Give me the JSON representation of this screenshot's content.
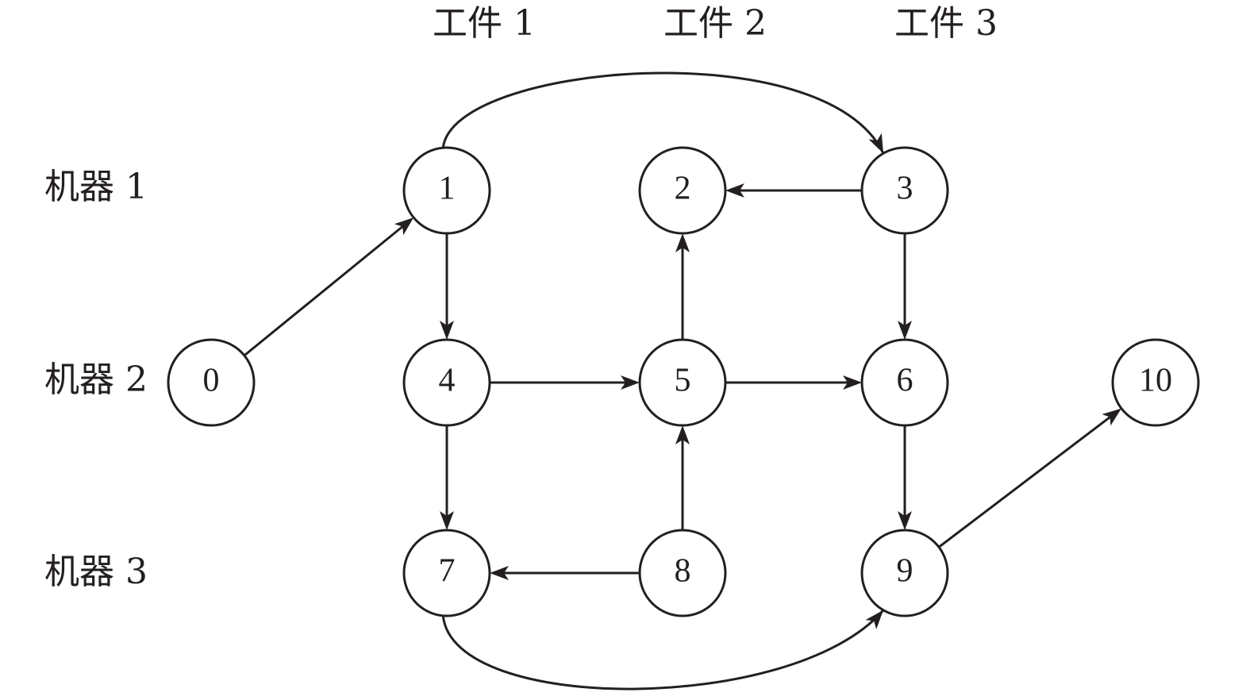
{
  "column_labels": [
    "工件 1",
    "工件 2",
    "工件 3"
  ],
  "row_labels": [
    "机器 1",
    "机器 2",
    "机器 3"
  ],
  "nodes": [
    {
      "id": "0",
      "label": "0"
    },
    {
      "id": "1",
      "label": "1"
    },
    {
      "id": "2",
      "label": "2"
    },
    {
      "id": "3",
      "label": "3"
    },
    {
      "id": "4",
      "label": "4"
    },
    {
      "id": "5",
      "label": "5"
    },
    {
      "id": "6",
      "label": "6"
    },
    {
      "id": "7",
      "label": "7"
    },
    {
      "id": "8",
      "label": "8"
    },
    {
      "id": "9",
      "label": "9"
    },
    {
      "id": "10",
      "label": "10"
    }
  ],
  "edges": [
    {
      "from": "0",
      "to": "1"
    },
    {
      "from": "1",
      "to": "3"
    },
    {
      "from": "1",
      "to": "4"
    },
    {
      "from": "3",
      "to": "2"
    },
    {
      "from": "3",
      "to": "6"
    },
    {
      "from": "4",
      "to": "5"
    },
    {
      "from": "4",
      "to": "7"
    },
    {
      "from": "5",
      "to": "2"
    },
    {
      "from": "5",
      "to": "6"
    },
    {
      "from": "6",
      "to": "9"
    },
    {
      "from": "8",
      "to": "5"
    },
    {
      "from": "8",
      "to": "7"
    },
    {
      "from": "7",
      "to": "9"
    },
    {
      "from": "9",
      "to": "10"
    }
  ],
  "colors": {
    "stroke": "#231f20",
    "fill": "#ffffff"
  }
}
